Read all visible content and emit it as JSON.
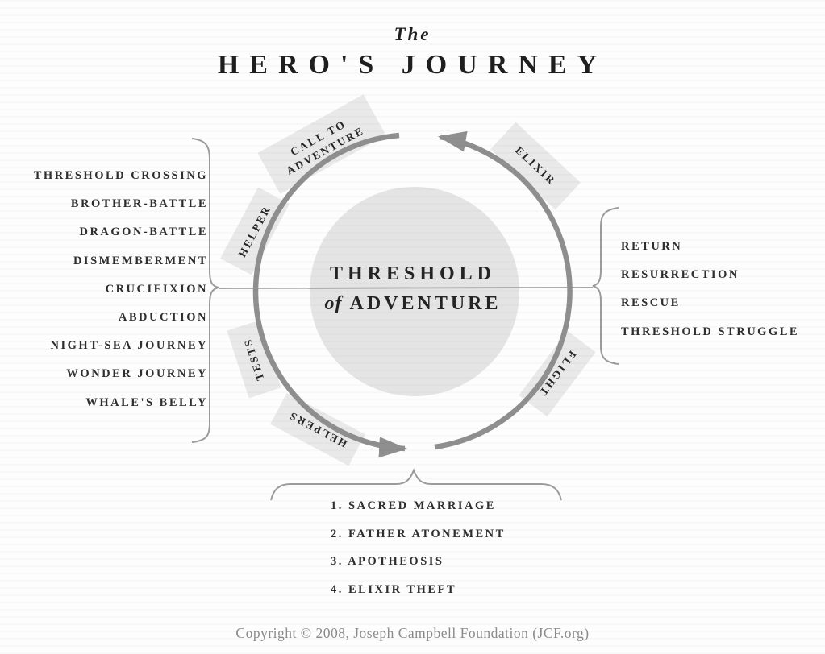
{
  "title": {
    "pre": "The",
    "main": "HERO'S JOURNEY"
  },
  "center_circle": {
    "line1": "THRESHOLD",
    "line2_italic": "of",
    "line2_rest": "ADVENTURE"
  },
  "cycle_labels": {
    "call_to_adventure_line1": "CALL TO",
    "call_to_adventure_line2": "ADVENTURE",
    "elixir": "ELIXIR",
    "helper": "HELPER",
    "tests": "TESTS",
    "helpers": "HELPERS",
    "flight": "FLIGHT"
  },
  "left_list": [
    "THRESHOLD CROSSING",
    "BROTHER-BATTLE",
    "DRAGON-BATTLE",
    "DISMEMBERMENT",
    "CRUCIFIXION",
    "ABDUCTION",
    "NIGHT-SEA JOURNEY",
    "WONDER JOURNEY",
    "WHALE'S BELLY"
  ],
  "right_list": [
    "RETURN",
    "RESURRECTION",
    "RESCUE",
    "THRESHOLD STRUGGLE"
  ],
  "bottom_list": [
    "1. SACRED MARRIAGE",
    "2. FATHER ATONEMENT",
    "3. APOTHEOSIS",
    "4. ELIXIR THEFT"
  ],
  "footer": "Copyright © 2008, Joseph Campbell Foundation (JCF.org)",
  "colors": {
    "center_disc": "#e4e4e4",
    "wedge": "#e9e9e9",
    "arc": "#8f8f8f",
    "brace": "#9b9b9b",
    "divider": "#8a8a8a",
    "text": "#2a2a2a"
  }
}
